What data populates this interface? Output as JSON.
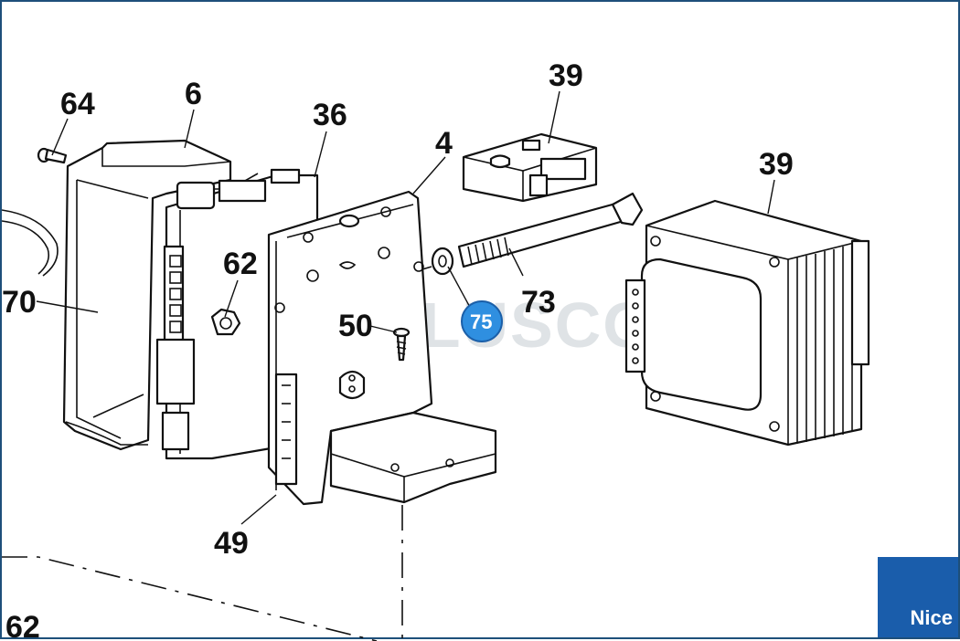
{
  "watermark": "PLUSCOM",
  "brand": "Nice",
  "hotspot": {
    "label": "75"
  },
  "callouts": {
    "c64": "64",
    "c6": "6",
    "c36": "36",
    "c4": "4",
    "c39a": "39",
    "c39b": "39",
    "c62a": "62",
    "c70": "70",
    "c50": "50",
    "c73": "73",
    "c49": "49",
    "c62b": "62"
  }
}
